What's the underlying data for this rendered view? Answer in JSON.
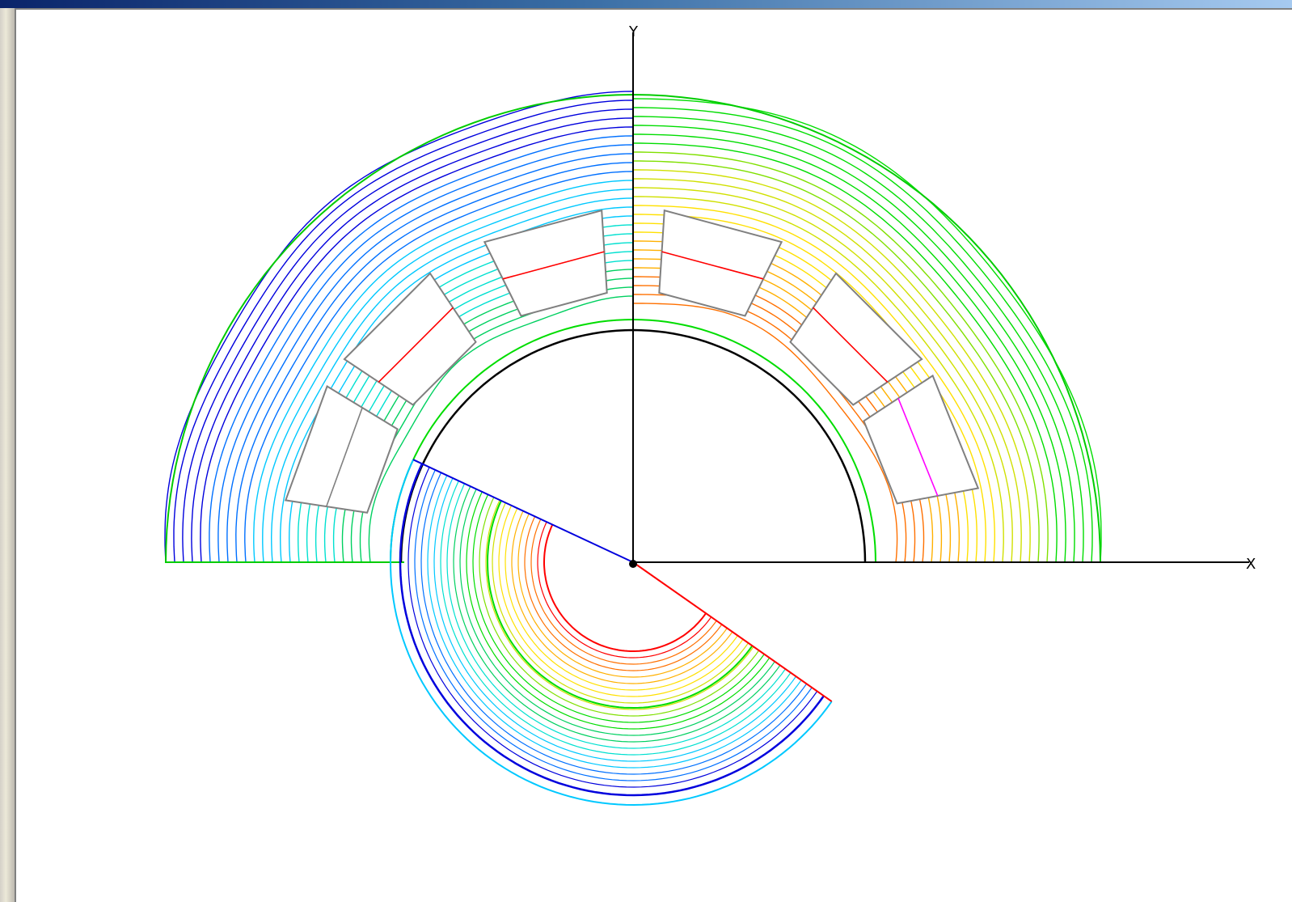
{
  "axes": {
    "x_label": "X",
    "y_label": "Y"
  },
  "colors": {
    "background": "#ffffff",
    "axis": "#000000",
    "stator_outline": "#00cc00",
    "airgap_arc": "#000000",
    "slot_outline": "#808080",
    "contour_palette": [
      "#0000dd",
      "#0070ff",
      "#00c8ff",
      "#00e0d0",
      "#00d060",
      "#00dd00",
      "#80e000",
      "#d0e000",
      "#ffe000",
      "#ffb000",
      "#ff7000",
      "#ff0000",
      "#ff00ff"
    ]
  },
  "icons": [
    "stator-slot",
    "rotor-field-lines",
    "contour-lines"
  ]
}
